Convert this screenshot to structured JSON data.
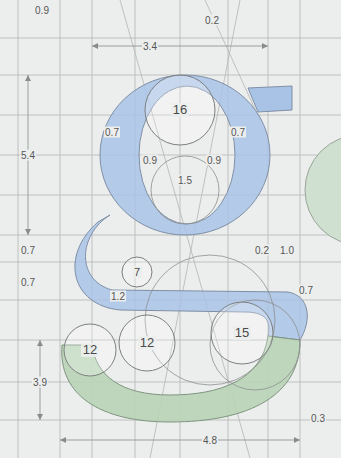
{
  "diagram": {
    "nodes": [
      {
        "text": [
          "16"
        ]
      },
      {
        "text": [
          "7"
        ]
      },
      {
        "text": [
          "12"
        ]
      },
      {
        "text": [
          "12"
        ]
      },
      {
        "text": [
          "15"
        ]
      }
    ],
    "labels": [
      "0.9",
      "0.2",
      "3.4",
      "0.7",
      "0.7",
      "0.9",
      "0.9",
      "1.5",
      "5.4",
      "1.2",
      "0.7",
      "0.7",
      "0.2",
      "1.0",
      "0.7",
      "3.9",
      "4.8",
      "0.3"
    ]
  }
}
